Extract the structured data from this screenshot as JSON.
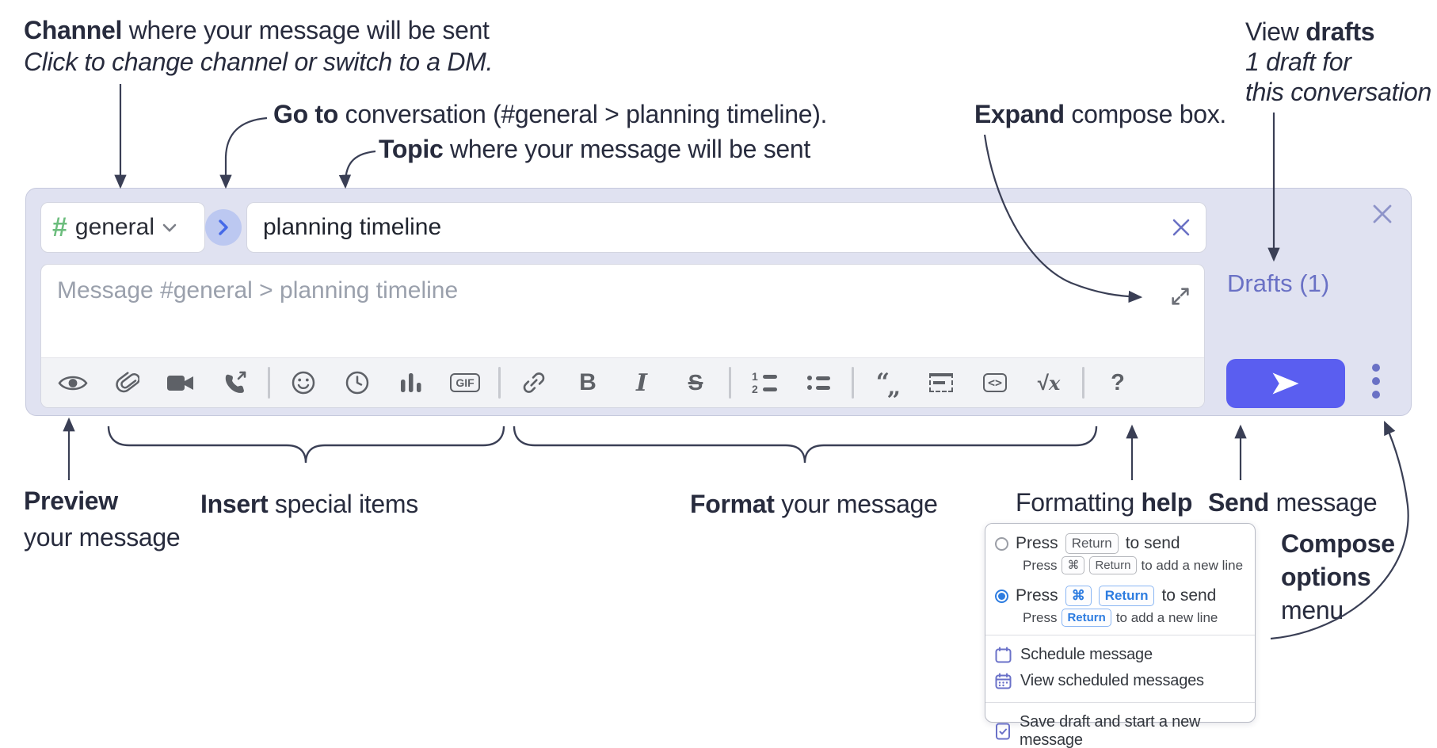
{
  "colors": {
    "annotation_text": "#272b3d",
    "compose_bg": "#e0e2f1",
    "accent_send": "#5a5ef0",
    "link_purple": "#6a71c5",
    "hash_green": "#6cbd7d",
    "goto_circle_bg": "#bcc8f1",
    "goto_chevron_blue": "#4569e8",
    "selected_radio_blue": "#2d7ce0",
    "toolbar_icon_gray": "#5e6167"
  },
  "annotations": {
    "channel": {
      "bold": "Channel",
      "rest": " where your message will be sent",
      "line2": "Click to change channel or switch to a DM."
    },
    "goto": {
      "bold": "Go to",
      "rest": " conversation (#general > planning timeline)."
    },
    "topic": {
      "bold": "Topic",
      "rest": " where your message will be sent"
    },
    "view_drafts": {
      "pre": "View ",
      "bold": "drafts",
      "line2": "1 draft for",
      "line3": "this conversation"
    },
    "expand": {
      "bold": "Expand",
      "rest": " compose box."
    },
    "preview": {
      "bold": "Preview",
      "line2": "your message"
    },
    "insert": {
      "bold": "Insert",
      "rest": " special items"
    },
    "format": {
      "bold": "Format",
      "rest": " your message"
    },
    "formatting_help": {
      "pre": "Formatting ",
      "bold": "help"
    },
    "send": {
      "bold": "Send",
      "rest": " message"
    },
    "compose_options": {
      "line1": "Compose",
      "line2": "options",
      "line3": "menu"
    }
  },
  "compose": {
    "channel_name": "general",
    "topic_value": "planning timeline",
    "message_placeholder": "Message #general > planning timeline",
    "drafts_label": "Drafts (1)"
  },
  "icons": {
    "hash": "#",
    "gif_label": "GIF",
    "bold_label": "B",
    "italic_label": "I",
    "strike_label": "S",
    "code_label": "<>",
    "math_radical": "√",
    "math_x": "x",
    "help_label": "?",
    "quote_open": "“",
    "quote_close": "„",
    "numbered_1": "1",
    "numbered_2": "2"
  },
  "menu": {
    "option_return": {
      "press": "Press",
      "key_return": "Return",
      "tail": "to send",
      "sub_press": "Press",
      "sub_key_cmd": "⌘",
      "sub_key_return": "Return",
      "sub_tail": "to add a new line"
    },
    "option_cmd_return": {
      "press": "Press",
      "key_cmd": "⌘",
      "key_return": "Return",
      "tail": "to send",
      "sub_press": "Press",
      "sub_key_return": "Return",
      "sub_tail": "to add a new line"
    },
    "item_schedule": "Schedule message",
    "item_view_scheduled": "View scheduled messages",
    "item_save_draft": "Save draft and start a new message"
  }
}
